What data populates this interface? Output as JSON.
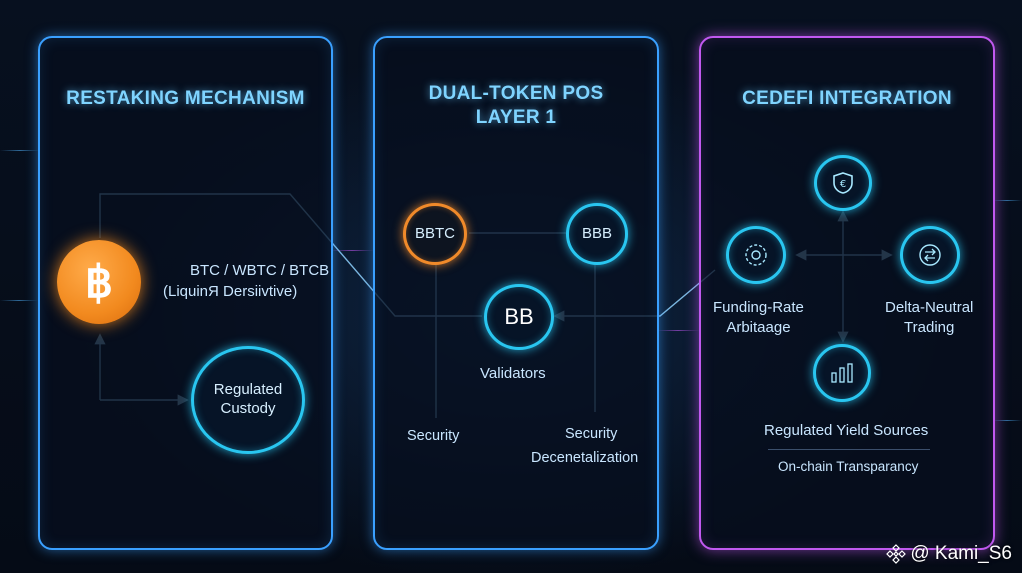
{
  "panels": [
    {
      "title": "RESTAKING MECHANISM",
      "token_line1": "BTC / WBTC / BTCB",
      "token_line2": "(LiquinЯ Dersiivtive)",
      "custody_label": "Regulated Custody"
    },
    {
      "title_line1": "DUAL-TOKEN POS",
      "title_line2": "LAYER 1",
      "node_left": "BBTC",
      "node_right": "BBB",
      "node_center": "BB",
      "validators": "Validators",
      "security_left": "Security",
      "security_right": "Security",
      "decentralization": "Decenetalization"
    },
    {
      "title": "CEDEFI INTEGRATION",
      "left_label_1": "Funding-Rate",
      "left_label_2": "Arbitaage",
      "right_label_1": "Delta-Neutral",
      "right_label_2": "Trading",
      "yield": "Regulated Yield Sources",
      "transparency": "On-chain Transparancy"
    }
  ],
  "icons": {
    "bitcoin": "฿",
    "shield": "shield-icon",
    "arbitrage": "globe-icon",
    "delta": "swap-icon",
    "yield": "chart-icon"
  },
  "colors": {
    "accent_blue": "#3aa0ff",
    "accent_purple": "#c159f0",
    "node_cyan": "#29c6f0",
    "btc_orange": "#f28a1f"
  },
  "watermark": "@ Kami_S6"
}
